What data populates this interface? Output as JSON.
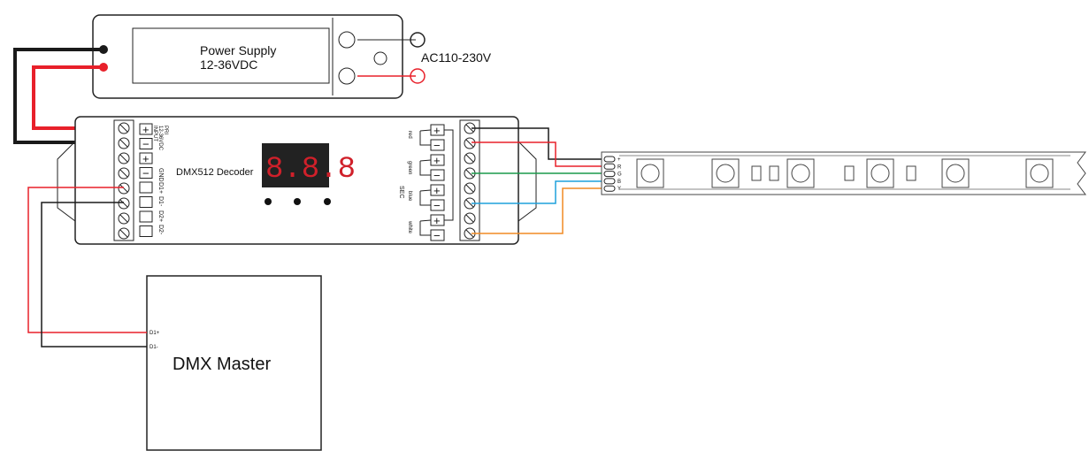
{
  "power_supply": {
    "title": "Power Supply",
    "voltage": "12-36VDC",
    "ac_label": "AC110-230V"
  },
  "decoder": {
    "title": "DMX512  Decoder",
    "display": "8.8.8",
    "input_label_1": "INPUT",
    "input_label_2": "12-36VDC",
    "input_label_3": "PRI",
    "dmx_pins": [
      "GND",
      "D1+",
      "D1-",
      "D2+",
      "D2-"
    ],
    "sec_label": "SEC",
    "channels": [
      "red",
      "green",
      "blue",
      "white"
    ]
  },
  "strip": {
    "pins": [
      "+",
      "R",
      "G",
      "B",
      "Y"
    ]
  },
  "dmx_master": {
    "title": "DMX Master",
    "pins": [
      "D1+",
      "D1-"
    ]
  },
  "colors": {
    "red": "#e8202a",
    "black": "#1a1a1a",
    "green": "#1a9a4a",
    "blue": "#1ea0dc",
    "orange": "#f08a24",
    "display": "#d0202a"
  }
}
